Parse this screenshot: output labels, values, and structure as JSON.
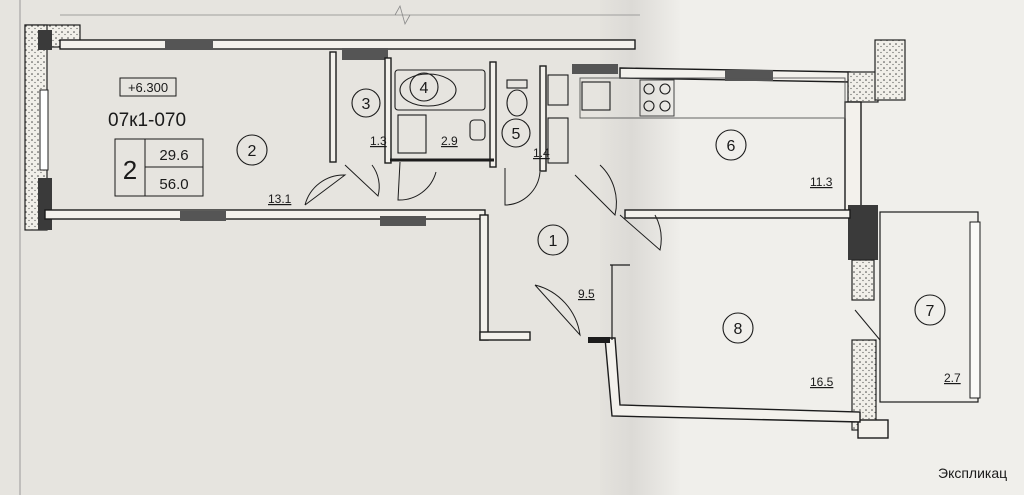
{
  "plan": {
    "elevation": "+6.300",
    "unit_code": "07к1-070",
    "rooms_count": "2",
    "living_area": "29.6",
    "total_area": "56.0",
    "footer_text": "Экспликац"
  },
  "rooms": [
    {
      "num": "1",
      "area": "9.5"
    },
    {
      "num": "2",
      "area": "13.1"
    },
    {
      "num": "3",
      "area": "1.3"
    },
    {
      "num": "4",
      "area": "2.9"
    },
    {
      "num": "5",
      "area": "1.4"
    },
    {
      "num": "6",
      "area": "11.3"
    },
    {
      "num": "7",
      "area": "2.7"
    },
    {
      "num": "8",
      "area": "16.5"
    }
  ]
}
